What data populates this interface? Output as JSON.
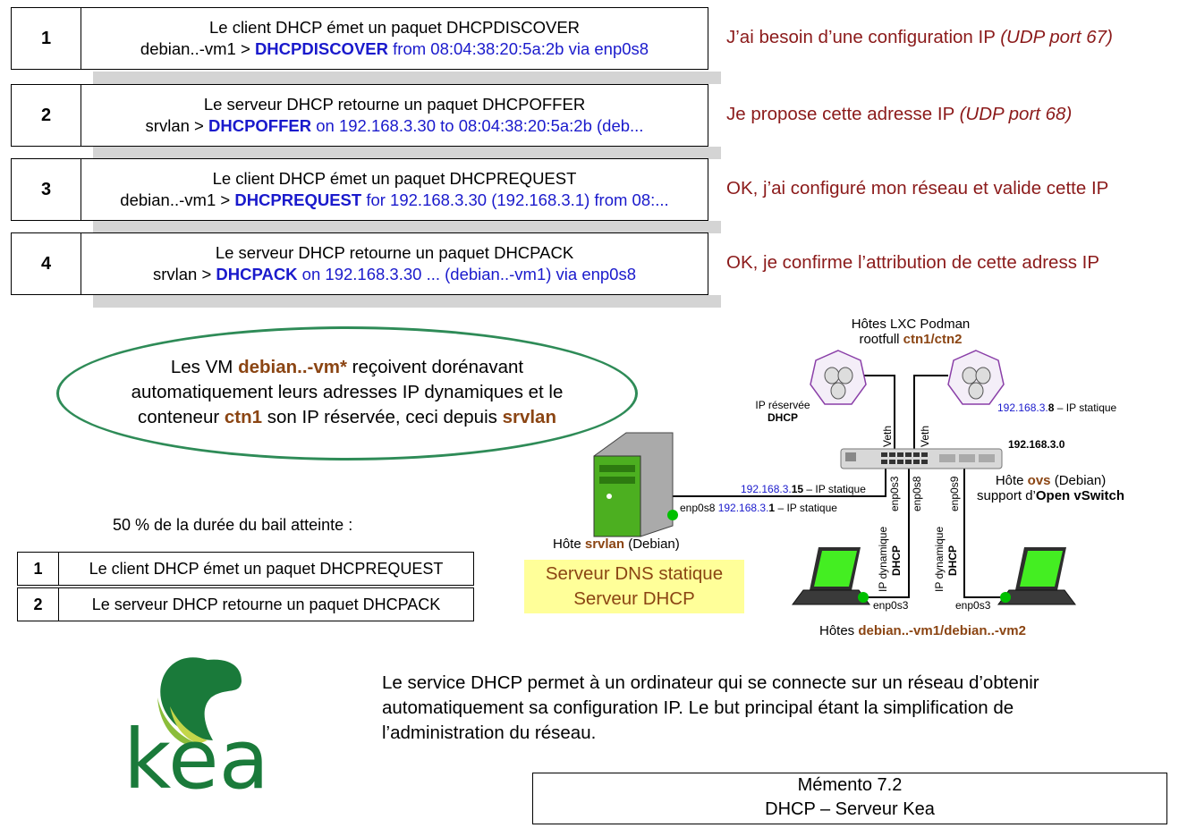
{
  "steps": [
    {
      "num": "1",
      "line1": "Le client DHCP émet un paquet DHCPDISCOVER",
      "l2_prefix": "debian..-vm1 > ",
      "l2_keyword": "DHCPDISCOVER",
      "l2_rest": " from 08:04:38:20:5a:2b via enp0s8"
    },
    {
      "num": "2",
      "line1": "Le serveur DHCP retourne un paquet DHCPOFFER",
      "l2_prefix": "srvlan > ",
      "l2_keyword": "DHCPOFFER",
      "l2_rest": " on 192.168.3.30 to 08:04:38:20:5a:2b (deb..."
    },
    {
      "num": "3",
      "line1": "Le client DHCP émet un paquet DHCPREQUEST",
      "l2_prefix": "debian..-vm1 > ",
      "l2_keyword": "DHCPREQUEST",
      "l2_rest": " for 192.168.3.30 (192.168.3.1) from 08:..."
    },
    {
      "num": "4",
      "line1": "Le serveur DHCP retourne un paquet DHCPACK",
      "l2_prefix": "srvlan > ",
      "l2_keyword": "DHCPACK",
      "l2_rest": " on 192.168.3.30 ... (debian..-vm1) via enp0s8"
    }
  ],
  "notes": [
    {
      "text": "J’ai besoin d’une configuration IP ",
      "italic": "(UDP port 67)"
    },
    {
      "text": "Je propose cette adresse IP ",
      "italic": "(UDP port 68)"
    },
    {
      "text": "OK, j’ai configuré mon réseau et valide cette IP",
      "italic": ""
    },
    {
      "text": "OK, je confirme l’attribution de cette adress IP",
      "italic": ""
    }
  ],
  "ellipse": {
    "p1": "Les VM ",
    "vm": "debian..-vm*",
    "p2": " reçoivent dorénavant",
    "line2": "automatiquement leurs adresses IP dynamiques et le",
    "p3": "conteneur ",
    "ctn": "ctn1",
    "p4": " son IP réservée, ceci depuis ",
    "srv": "srvlan"
  },
  "lease": {
    "title": "50 % de la durée du bail atteinte :",
    "rows": [
      {
        "num": "1",
        "text": "Le client DHCP émet un paquet DHCPREQUEST"
      },
      {
        "num": "2",
        "text": "Le serveur DHCP retourne un paquet DHCPACK"
      }
    ]
  },
  "diagram": {
    "lxc_title1": "Hôtes LXC Podman",
    "lxc_title2_prefix": "rootfull ",
    "lxc_title2_bold": "ctn1/ctn2",
    "ip_reserved": "IP réservée",
    "dhcp": "DHCP",
    "ctn2_ip_prefix": "192.168.3.",
    "ctn2_ip_bold": "8",
    "ctn2_ip_suffix": " – IP statique",
    "veth": "Veth",
    "network": "192.168.3.0",
    "ovs_p1": "Hôte ",
    "ovs_bold": "ovs",
    "ovs_p2": " (Debian)",
    "ovs_l2_p1": "support d’",
    "ovs_l2_bold": "Open vSwitch",
    "port1": "enp0s3",
    "port2": "enp0s8",
    "port3": "enp0s9",
    "srv_ip15_prefix": "192.168.3.",
    "srv_ip15_bold": "15",
    "srv_ip15_suffix": " – IP statique",
    "srv_if": "enp0s8 ",
    "srv_ip1_prefix": "192.168.3.",
    "srv_ip1_bold": "1",
    "srv_ip1_suffix": " – IP statique",
    "srv_host_p1": "Hôte ",
    "srv_host_bold": "srvlan",
    "srv_host_p2": " (Debian)",
    "srv_role1": "Serveur DNS statique",
    "srv_role2": "Serveur DHCP",
    "ip_dyn": "IP dynamique",
    "vm_if": "enp0s3",
    "vm_host_p1": "Hôtes ",
    "vm_host_bold": "debian..-vm1/debian..-vm2"
  },
  "logo_text": "kea",
  "description": [
    "Le service DHCP permet à un ordinateur qui se connecte sur un réseau d’obtenir",
    "automatiquement sa configuration IP. Le but principal étant la simplification de",
    "l’administration du réseau."
  ],
  "memento": {
    "line1": "Mémento 7.2",
    "line2": "DHCP – Serveur Kea"
  },
  "colors": {
    "keyword_blue": "#1a1acc",
    "note_red": "#8b1a1a",
    "brown": "#8b4513",
    "ellipse_green": "#2e8b57",
    "kea_green": "#1a7a3a",
    "yellow_box": "#ffff99"
  }
}
